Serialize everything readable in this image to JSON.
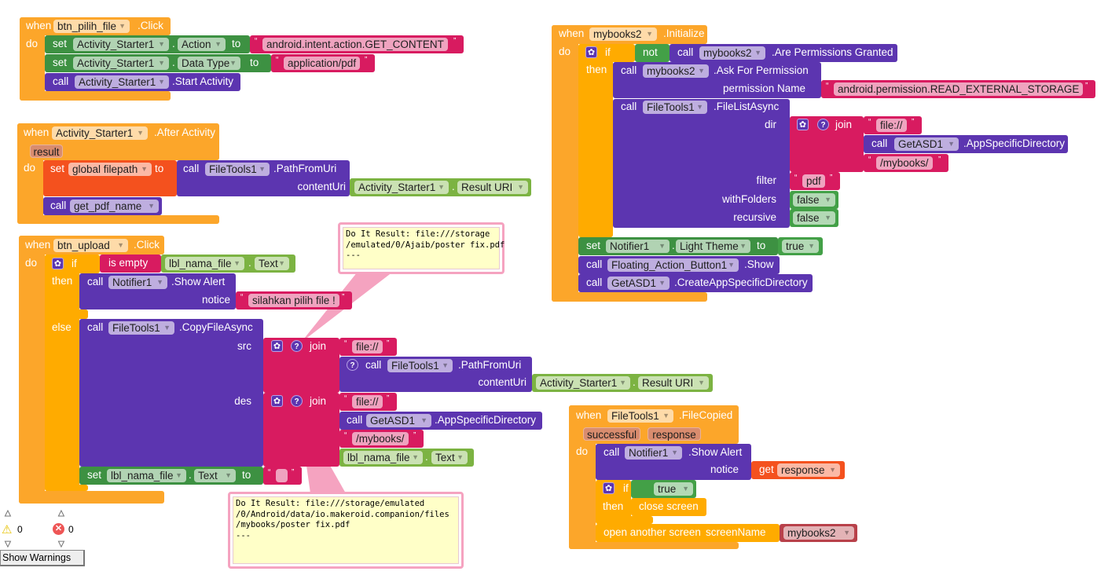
{
  "kw": {
    "when": "when",
    "do": "do",
    "set": "set",
    "to": "to",
    "call": "call",
    "dot": ".",
    "if": "if",
    "then": "then",
    "else": "else",
    "join": "join",
    "get": "get",
    "qo": "“",
    "qc": "”"
  },
  "b1": {
    "comp": "btn_pilih_file",
    "event": ".Click",
    "s1_comp": "Activity_Starter1",
    "s1_prop": "Action",
    "s1_val": "android.intent.action.GET_CONTENT",
    "s2_comp": "Activity_Starter1",
    "s2_prop": "Data Type",
    "s2_val": "application/pdf",
    "c_comp": "Activity_Starter1",
    "c_method": ".Start Activity"
  },
  "b2": {
    "comp": "Activity_Starter1",
    "event": ".After Activity",
    "param": "result",
    "var": "global filepath",
    "call_comp": "FileTools1",
    "call_method": ".PathFromUri",
    "arg": "contentUri",
    "get_comp": "Activity_Starter1",
    "get_prop": "Result URI",
    "proc": "get_pdf_name"
  },
  "b3": {
    "comp": "btn_upload",
    "event": ".Click",
    "is_empty": "is empty",
    "cond_comp": "lbl_nama_file",
    "cond_prop": "Text",
    "alert_comp": "Notifier1",
    "alert_method": ".Show Alert",
    "alert_arg": "notice",
    "alert_val": "silahkan pilih file !",
    "copy_comp": "FileTools1",
    "copy_method": ".CopyFileAsync",
    "src": "src",
    "des": "des",
    "j1_a": "file://",
    "j1_comp": "FileTools1",
    "j1_method": ".PathFromUri",
    "j1_arg": "contentUri",
    "j1_get_comp": "Activity_Starter1",
    "j1_get_prop": "Result URI",
    "j2_a": "file://",
    "j2_comp": "GetASD1",
    "j2_method": ".AppSpecificDirectory",
    "j2_c": "/mybooks/",
    "j2_get_comp": "lbl_nama_file",
    "j2_get_prop": "Text",
    "set_comp": "lbl_nama_file",
    "set_prop": "Text",
    "set_val": ""
  },
  "b4": {
    "comp": "mybooks2",
    "event": ".Initialize",
    "not": "not",
    "perm_comp": "mybooks2",
    "perm_method": ".Are Permissions Granted",
    "ask_comp": "mybooks2",
    "ask_method": ".Ask For Permission",
    "ask_arg": "permission Name",
    "ask_val": "android.permission.READ_EXTERNAL_STORAGE",
    "list_comp": "FileTools1",
    "list_method": ".FileListAsync",
    "dir": "dir",
    "filter": "filter",
    "withFolders": "withFolders",
    "recursive": "recursive",
    "j_a": "file://",
    "j_comp": "GetASD1",
    "j_method": ".AppSpecificDirectory",
    "j_c": "/mybooks/",
    "filter_val": "pdf",
    "wf_val": "false",
    "rec_val": "false",
    "set_comp": "Notifier1",
    "set_prop": "Light Theme",
    "set_val": "true",
    "fab_comp": "Floating_Action_Button1",
    "fab_method": ".Show",
    "asd_comp": "GetASD1",
    "asd_method": ".CreateAppSpecificDirectory"
  },
  "b5": {
    "comp": "FileTools1",
    "event": ".FileCopied",
    "p1": "successful",
    "p2": "response",
    "alert_comp": "Notifier1",
    "alert_method": ".Show Alert",
    "alert_arg": "notice",
    "get_var": "response",
    "if_val": "true",
    "close": "close screen",
    "open": "open another screen",
    "screen_arg": "screenName",
    "screen_val": "mybooks2"
  },
  "comments": {
    "c1": [
      "Do It Result: file:///storage",
      "/emulated/0/Ajaib/poster fix.pdf",
      "---"
    ],
    "c2": [
      "Do It Result: file:///storage/emulated",
      "/0/Android/data/io.makeroid.companion/files",
      "/mybooks/poster fix.pdf",
      "---"
    ]
  },
  "indicators": {
    "warnings": "0",
    "errors": "0",
    "show_warnings": "Show Warnings"
  }
}
